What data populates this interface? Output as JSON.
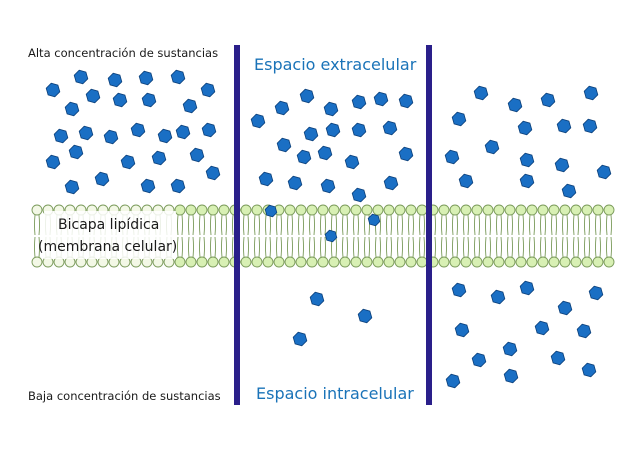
{
  "labels": {
    "high_concentration": "Alta concentración de sustancias",
    "low_concentration": "Baja concentración de sustancias",
    "extracellular": "Espacio extracelular",
    "intracellular": "Espacio intracelular",
    "bilayer_line1": "Bicapa lipídica",
    "bilayer_line2": "(membrana celular)"
  },
  "colors": {
    "molecule_fill": "#1a6fc4",
    "molecule_stroke": "#0a3f7a",
    "divider": "#2a1f8a",
    "lipid_head_pale": "#f3f8e6",
    "lipid_head_green": "#d8f0b4",
    "lipid_stroke": "#7a9a5a",
    "text_blue": "#1a73b8"
  }
}
